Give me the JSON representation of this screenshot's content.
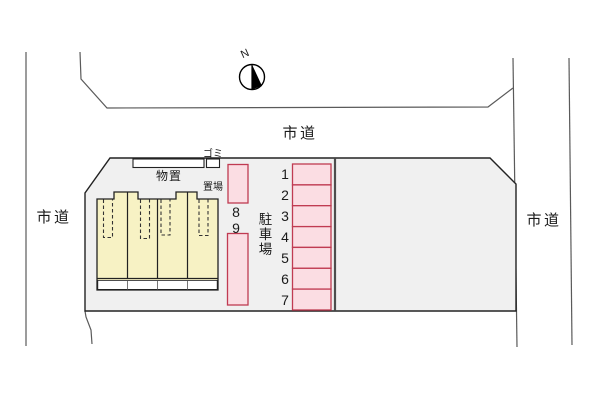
{
  "roads": {
    "top": "市道",
    "left": "市道",
    "right": "市道"
  },
  "compass": {
    "north": "N"
  },
  "site": {
    "storage": "物置",
    "garbage_line1": "ゴミ",
    "garbage_line2": "置場",
    "parking_area": "駐車場"
  },
  "parking_spots": {
    "right_column": [
      "1",
      "2",
      "3",
      "4",
      "5",
      "6",
      "7"
    ],
    "middle": [
      "8",
      "9"
    ]
  },
  "colors": {
    "parcel_fill": "#F0F0F0",
    "building_fill": "#F7F2C4",
    "parking_fill": "#FBDDE3",
    "parking_stroke": "#C03B52",
    "road_line": "#5a5a5a"
  }
}
